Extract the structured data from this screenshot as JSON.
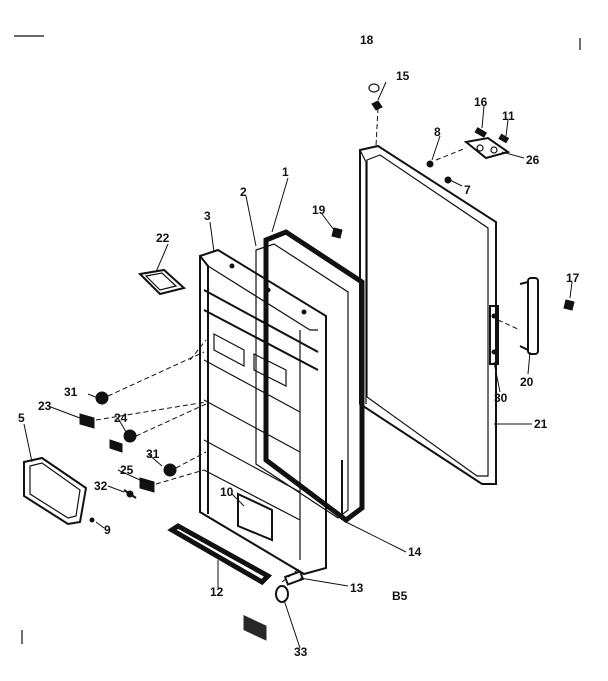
{
  "diagram": {
    "section_code": "B5",
    "callouts": [
      "1",
      "2",
      "3",
      "5",
      "7",
      "8",
      "9",
      "10",
      "11",
      "12",
      "13",
      "14",
      "15",
      "16",
      "17",
      "18",
      "19",
      "20",
      "21",
      "22",
      "23",
      "24",
      "25",
      "26",
      "30",
      "31",
      "31",
      "32",
      "33"
    ]
  }
}
